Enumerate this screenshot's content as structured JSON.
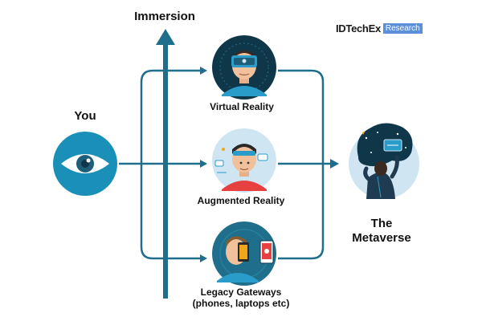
{
  "brand": {
    "name": "IDTechEx",
    "tag": "Research"
  },
  "axis": {
    "label": "Immersion"
  },
  "source": {
    "label": "You"
  },
  "gateways": [
    {
      "label": "Virtual Reality"
    },
    {
      "label": "Augmented Reality"
    },
    {
      "label_line1": "Legacy Gateways",
      "label_line2": "(phones, laptops etc)"
    }
  ],
  "destination": {
    "label_line1": "The",
    "label_line2": "Metaverse"
  },
  "colors": {
    "teal": "#1f6e8c",
    "navy": "#0f3649",
    "sky": "#cfe6f2",
    "eye": "#2a9cc9",
    "accent_blue": "#5b8fd9"
  }
}
